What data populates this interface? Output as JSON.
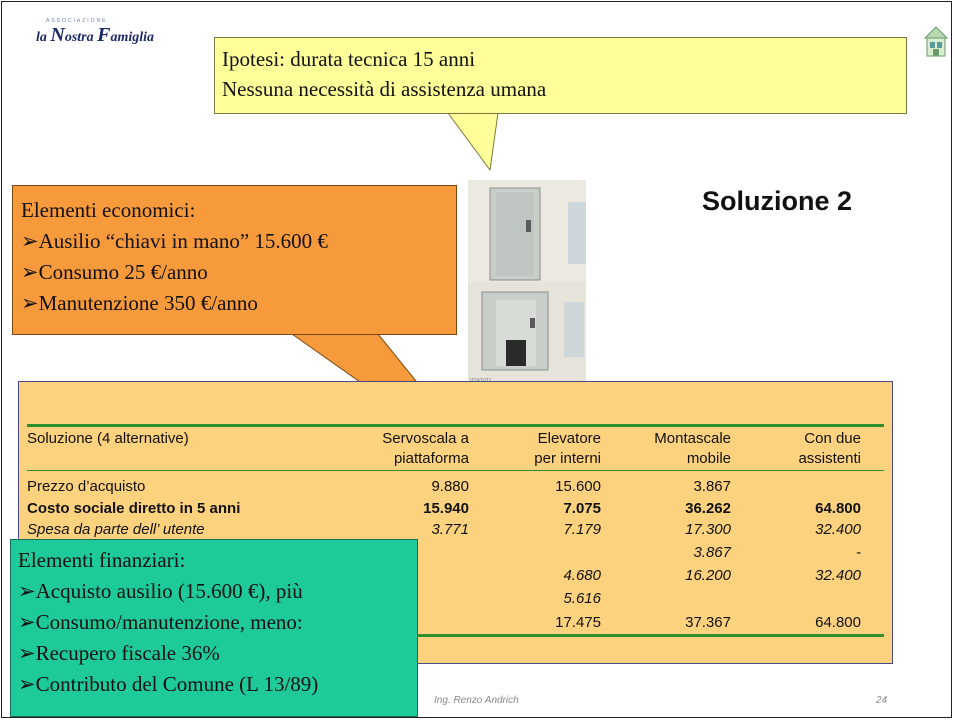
{
  "header": {
    "logo_small": "ASSOCIAZIONE",
    "logo_prefix": "la ",
    "logo_n": "N",
    "logo_nostra": "ostra ",
    "logo_f": "F",
    "logo_famiglia": "amiglia"
  },
  "callout_top": {
    "line1": "Ipotesi: durata tecnica 15 anni",
    "line2": "Nessuna necessità di assistenza umana"
  },
  "title": "Soluzione 2",
  "photo_caption": "ITSI/1011",
  "callout_economic": {
    "heading": "Elementi economici:",
    "items": [
      "Ausilio “chiavi in mano” 15.600 €",
      "Consumo 25 €/anno",
      "Manutenzione 350 €/anno"
    ]
  },
  "table": {
    "headers": [
      [
        "Soluzione (4 alternative)",
        ""
      ],
      [
        "Servoscala a",
        "piattaforma"
      ],
      [
        "Elevatore",
        "per interni"
      ],
      [
        "Montascale",
        "mobile"
      ],
      [
        "Con due",
        "assistenti"
      ]
    ],
    "rows": [
      {
        "label": "Prezzo d’acquisto",
        "values": [
          "9.880",
          "15.600",
          "3.867",
          ""
        ],
        "style": "normal"
      },
      {
        "label": "Costo sociale diretto in 5 anni",
        "values": [
          "15.940",
          "7.075",
          "36.262",
          "64.800"
        ],
        "style": "bold"
      },
      {
        "label": "Spesa da parte dell’ utente",
        "values": [
          "3.771",
          "7.179",
          "17.300",
          "32.400"
        ],
        "style": "italic"
      },
      {
        "label": "",
        "values": [
          "",
          "",
          "3.867",
          "-"
        ],
        "style": "italic"
      },
      {
        "label": "",
        "values": [
          "",
          "4.680",
          "16.200",
          "32.400"
        ],
        "style": "italic"
      },
      {
        "label": "",
        "values": [
          "",
          "5.616",
          "",
          ""
        ],
        "style": "italic"
      },
      {
        "label": "",
        "values": [
          "",
          "17.475",
          "37.367",
          "64.800"
        ],
        "style": "normal"
      }
    ]
  },
  "callout_financial": {
    "heading": "Elementi finanziari:",
    "items": [
      "Acquisto ausilio (15.600 €), più",
      "Consumo/manutenzione, meno:",
      "Recupero fiscale 36%",
      "Contributo del Comune (L 13/89)"
    ]
  },
  "footer": {
    "author": "Ing. Renzo Andrich",
    "page": "24"
  },
  "colors": {
    "callout_top": "#ffff99",
    "callout_economic": "#f79a3c",
    "callout_financial": "#1ec99a",
    "table_bg": "#fdd27e",
    "table_rule": "#2f8f2f"
  },
  "icons": [
    "logo-association",
    "house-icon",
    "bullet-arrow-icon"
  ]
}
